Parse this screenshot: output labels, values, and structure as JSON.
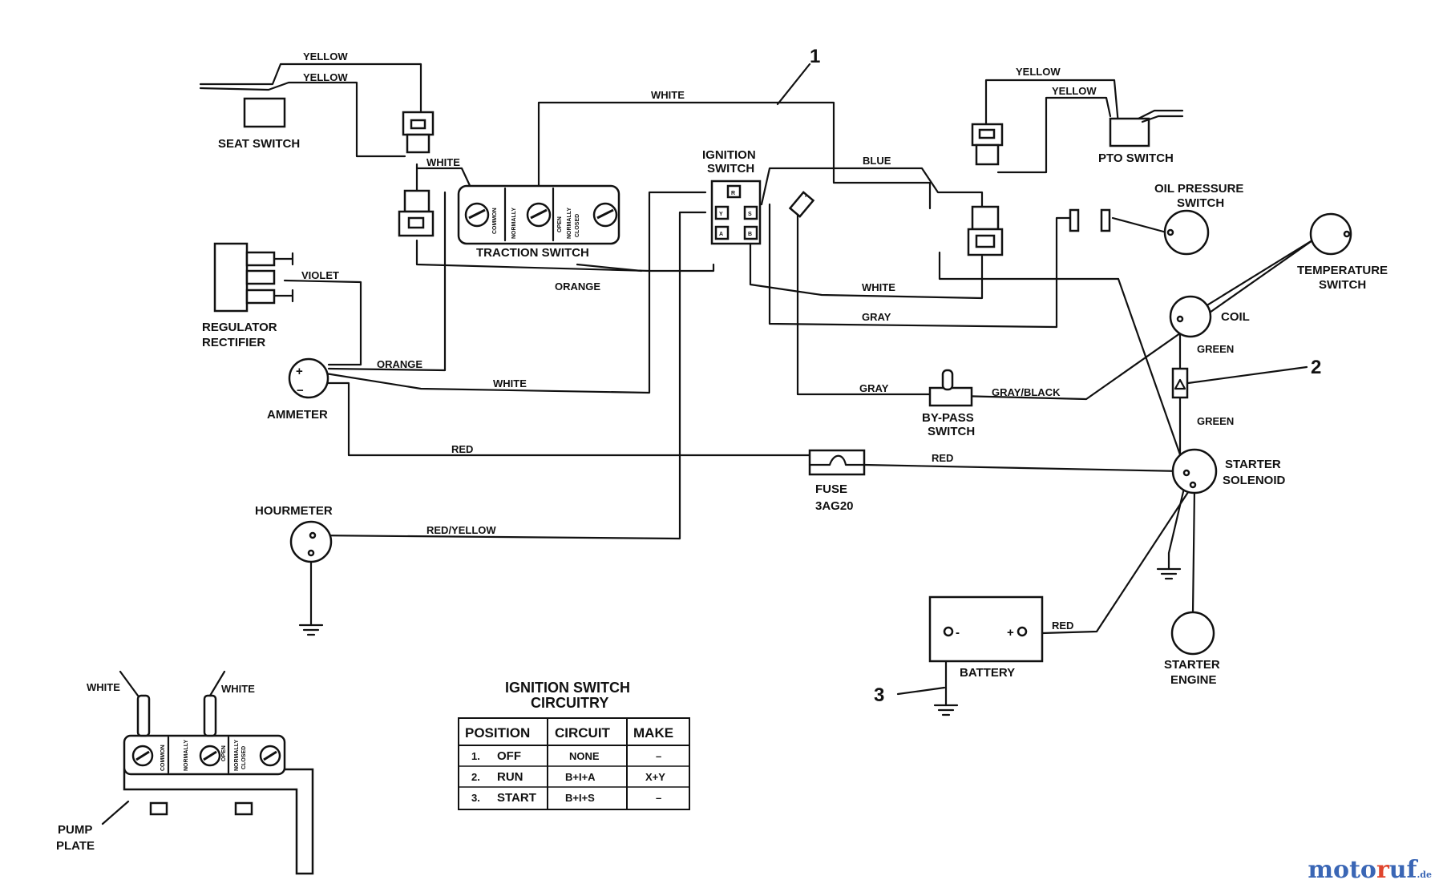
{
  "components": {
    "seat_switch": "SEAT SWITCH",
    "pto_switch": "PTO SWITCH",
    "ignition_switch": [
      "IGNITION",
      "SWITCH"
    ],
    "traction_switch": "TRACTION SWITCH",
    "oil_pressure_switch": [
      "OIL PRESSURE",
      "SWITCH"
    ],
    "temperature_switch": [
      "TEMPERATURE",
      "SWITCH"
    ],
    "regulator_rectifier": [
      "REGULATOR",
      "RECTIFIER"
    ],
    "coil": "COIL",
    "ammeter": "AMMETER",
    "bypass_switch": [
      "BY-PASS",
      "SWITCH"
    ],
    "fuse": [
      "FUSE",
      "3AG20"
    ],
    "starter_solenoid": [
      "STARTER",
      "SOLENOID"
    ],
    "hourmeter": "HOURMETER",
    "battery": "BATTERY",
    "battery_neg": "-",
    "battery_pos": "+",
    "starter_engine": [
      "STARTER",
      "ENGINE"
    ],
    "pump_plate": [
      "PUMP",
      "PLATE"
    ]
  },
  "switch_contacts": {
    "common": "COMMON",
    "normally_open": [
      "NORMALLY",
      "OPEN"
    ],
    "normally_closed": [
      "NORMALLY",
      "CLOSED"
    ]
  },
  "ignition_terminals": {
    "b": "B",
    "y": "Y",
    "s": "S",
    "a": "A",
    "r": "R"
  },
  "ammeter_terminals": {
    "plus": "+",
    "minus": "−"
  },
  "wires": {
    "yellow": "YELLOW",
    "white": "WHITE",
    "blue": "BLUE",
    "violet": "VIOLET",
    "orange": "ORANGE",
    "gray": "GRAY",
    "gray_black": "GRAY/BLACK",
    "red": "RED",
    "red_yellow": "RED/YELLOW",
    "green": "GREEN"
  },
  "callouts": {
    "c1": "1",
    "c2": "2",
    "c3": "3"
  },
  "table": {
    "title": [
      "IGNITION SWITCH",
      "CIRCUITRY"
    ],
    "headers": [
      "POSITION",
      "CIRCUIT",
      "MAKE"
    ],
    "rows": [
      {
        "num": "1.",
        "position": "OFF",
        "circuit": "NONE",
        "make": "–"
      },
      {
        "num": "2.",
        "position": "RUN",
        "circuit": "B+I+A",
        "make": "X+Y"
      },
      {
        "num": "3.",
        "position": "START",
        "circuit": "B+I+S",
        "make": "–"
      }
    ]
  },
  "watermark": {
    "main": "moto",
    "accent": "r",
    "tail": "uf",
    "suffix": ".de"
  },
  "colors": {
    "ink": "#111111",
    "watermark_blue": "#3a66b5",
    "watermark_red": "#e0452d"
  }
}
